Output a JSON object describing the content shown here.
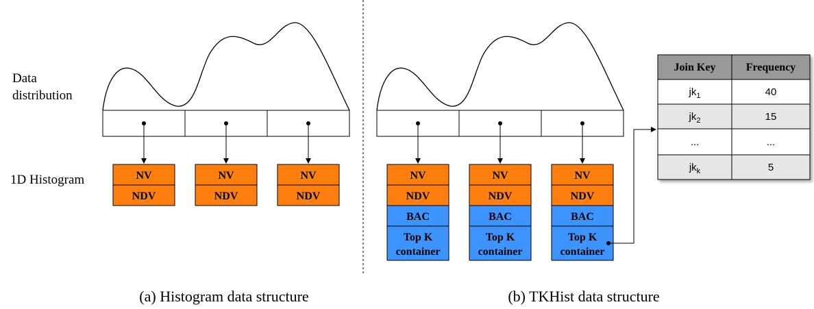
{
  "colors": {
    "orange": "#ff7f0e",
    "blue": "#3d94ff",
    "header_gray": "#999999",
    "row_alt": "#e6e6e6",
    "line": "#000000"
  },
  "left_panel": {
    "distribution_label_line1": "Data",
    "distribution_label_line2": "distribution",
    "histogram_label": "1D Histogram",
    "bucket_fields": [
      "NV",
      "NDV"
    ],
    "caption": "(a) Histogram data structure"
  },
  "right_panel": {
    "bucket_fields": [
      "NV",
      "NDV",
      "BAC"
    ],
    "topk_line1": "Top K",
    "topk_line2": "container",
    "caption": "(b) TKHist data structure"
  },
  "topk_table": {
    "headers": [
      "Join Key",
      "Frequency"
    ],
    "rows": [
      {
        "key": "jk",
        "sub": "1",
        "freq": "40"
      },
      {
        "key": "jk",
        "sub": "2",
        "freq": "15"
      },
      {
        "key": "...",
        "sub": "",
        "freq": "..."
      },
      {
        "key": "jk",
        "sub": "k",
        "freq": "5"
      }
    ]
  }
}
